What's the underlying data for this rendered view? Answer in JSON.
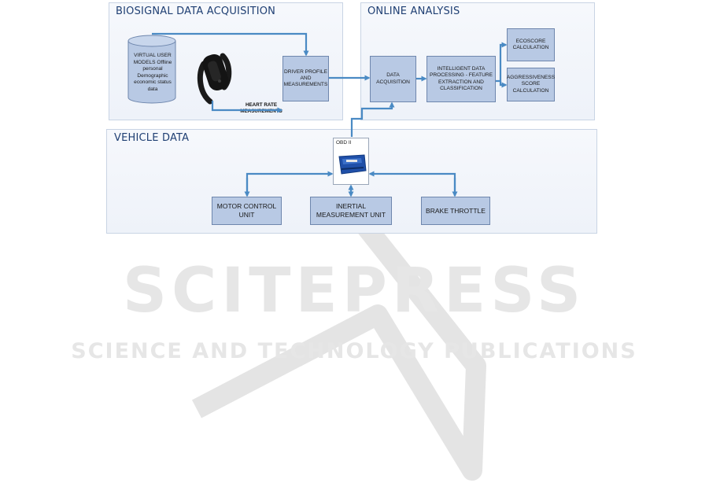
{
  "panels": {
    "biosignal": "BIOSIGNAL DATA ACQUISITION",
    "online": "ONLINE ANALYSIS",
    "vehicle": "VEHICLE DATA"
  },
  "boxes": {
    "virtual_user": "VIRTUAL USER MODELS Offline personal Demographic economic status data",
    "driver_profile": "DRIVER PROFILE AND MEASUREMENTS",
    "data_acquisition": "DATA ACQUISITION",
    "intelligent": "INTELLIGENT DATA PROCESSING - FEATURE EXTRACTION AND CLASSIFICATION",
    "ecoscore": "ECOSCORE CALCULATION",
    "aggressiveness": "AGGRESSIVENESS SCORE CALCULATION",
    "motor": "MOTOR CONTROL UNIT",
    "inertial": "INERTIAL MEASUREMENT UNIT",
    "brake": "BRAKE THROTTLE",
    "obd": "OBD II"
  },
  "labels": {
    "heart_rate": "HEART RATE MEASUREMENTS"
  },
  "watermark": {
    "main": "SCITEPRESS",
    "sub": "SCIENCE AND TECHNOLOGY PUBLICATIONS"
  },
  "colors": {
    "arrow": "#4a8ac4",
    "box_fill": "#b8c9e4",
    "panel_title": "#1f3f73"
  }
}
